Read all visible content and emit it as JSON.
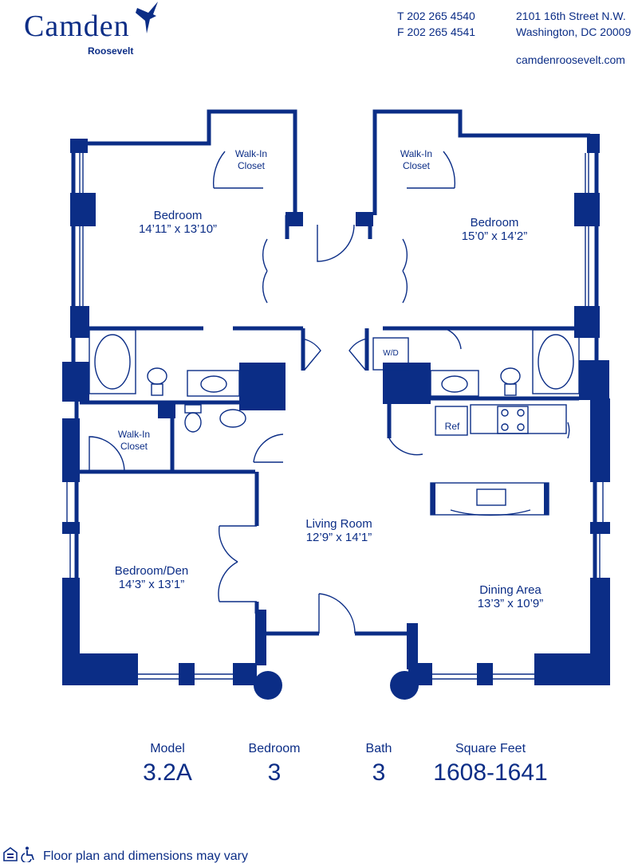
{
  "brand": {
    "name": "Camden",
    "property": "Roosevelt",
    "color": "#0b2d86",
    "icon": "hummingbird-icon"
  },
  "contact": {
    "phone": "T 202 265 4540",
    "fax": "F 202 265 4541",
    "street": "2101 16th Street N.W.",
    "city": "Washington, DC 20009",
    "website": "camdenroosevelt.com"
  },
  "rooms": {
    "bedroom1": {
      "name": "Bedroom",
      "dims": "14’11” x 13’10”"
    },
    "bedroom2": {
      "name": "Bedroom",
      "dims": "15’0” x 14’2”"
    },
    "closet1": {
      "name": "Walk-In",
      "name2": "Closet"
    },
    "closet2": {
      "name": "Walk-In",
      "name2": "Closet"
    },
    "closet3": {
      "name": "Walk-In",
      "name2": "Closet"
    },
    "living": {
      "name": "Living Room",
      "dims": "12’9” x 14’1”"
    },
    "den": {
      "name": "Bedroom/Den",
      "dims": "14’3” x 13’1”"
    },
    "dining": {
      "name": "Dining Area",
      "dims": "13’3” x 10’9”"
    },
    "washer": "W/D",
    "fridge": "Ref"
  },
  "stats": {
    "model": {
      "label": "Model",
      "value": "3.2A"
    },
    "bedroom": {
      "label": "Bedroom",
      "value": "3"
    },
    "bath": {
      "label": "Bath",
      "value": "3"
    },
    "sqft": {
      "label": "Square Feet",
      "value": "1608-1641"
    }
  },
  "footer": {
    "disclaimer": "Floor plan and dimensions may vary",
    "icons": [
      "equal-housing-icon",
      "accessible-icon"
    ]
  }
}
